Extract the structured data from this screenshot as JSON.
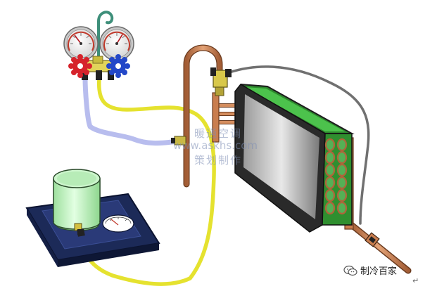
{
  "watermark": {
    "line1": "暖通空调",
    "line2": "www.askhs.com",
    "line3": "策划制作"
  },
  "brand": {
    "name": "制冷百家",
    "icon": "wechat-icon"
  },
  "return_mark": "↵",
  "colors": {
    "yellow_hose": "#e5e22f",
    "blue_hose": "#b8bdee",
    "gray_hose": "#707070",
    "copper": "#c97d4e",
    "coil_frame": "#2a2a2a",
    "coil_fin": "#3c9a3c",
    "red_knob": "#d6232b",
    "blue_knob": "#2347c8",
    "tank": "#b8f0b8",
    "scale_plate": "#1c2a58"
  }
}
